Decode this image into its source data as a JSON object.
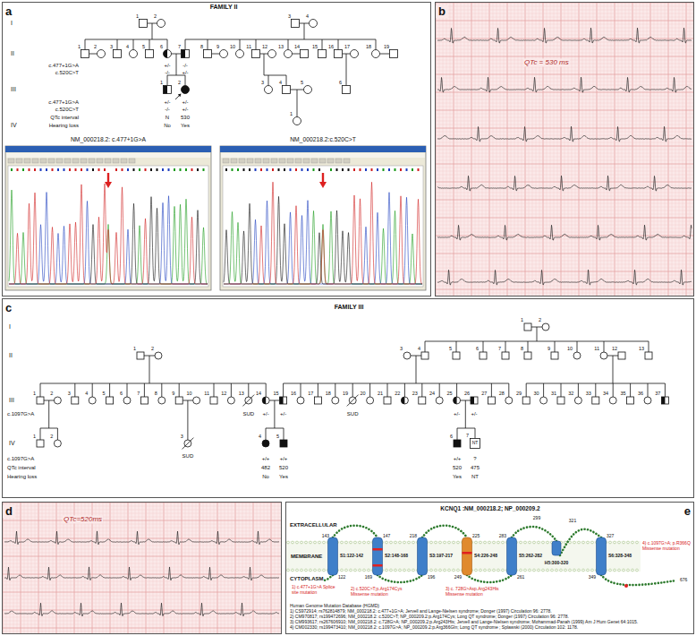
{
  "diagram": {
    "nodes": [
      {
        "text": [
          "a"
        ]
      },
      {
        "text": [
          "NM_000218.2: c.477+1G>A"
        ],
        "in": 0
      },
      {
        "text": [
          "NM_000218.2:c.520C>T"
        ],
        "in": 0
      },
      {
        "text": [
          "b"
        ]
      },
      {
        "text": [
          "c"
        ]
      },
      {
        "text": [
          "d"
        ]
      },
      {
        "text": [
          "e"
        ]
      }
    ],
    "labels": [
      "FAMILY II",
      "I",
      "II",
      "III",
      "IV",
      "c.477+1G>A",
      "c.520C>T",
      "c.477+1G>A",
      "c.520C>T",
      "QTc interval",
      "Hearing loss",
      "1",
      "2",
      "3",
      "4",
      "1",
      "2",
      "3",
      "4",
      "5",
      "6",
      "7",
      "8",
      "9",
      "10",
      "11",
      "12",
      "13",
      "14",
      "15",
      "16",
      "17",
      "18",
      "19",
      "+/-",
      "-/-",
      "-/-",
      "+/-",
      "1",
      "2",
      "3",
      "4",
      "5",
      "6",
      "+/-",
      "-/-",
      "N",
      "No",
      "+/-",
      "+/-",
      "530",
      "Yes",
      "1",
      "QTc = 530 ms",
      "FAMILY III",
      "I",
      "II",
      "III",
      "IV",
      "c.1097G>A",
      "c.1097G>A",
      "QTc interval",
      "Hearing loss",
      "1",
      "2",
      "1",
      "2",
      "3",
      "4",
      "5",
      "6",
      "7",
      "8",
      "9",
      "10",
      "11",
      "12",
      "13",
      "1",
      "2",
      "3",
      "4",
      "5",
      "6",
      "7",
      "8",
      "9",
      "10",
      "11",
      "12",
      "13",
      "14",
      "15",
      "16",
      "17",
      "18",
      "19",
      "20",
      "21",
      "22",
      "23",
      "24",
      "25",
      "26",
      "27",
      "28",
      "29",
      "30",
      "31",
      "32",
      "33",
      "34",
      "35",
      "36",
      "37",
      "+/-",
      "+/-",
      "+/-",
      "+/-",
      "1",
      "2",
      "3",
      "4",
      "5",
      "6",
      "7",
      "NT",
      "SUD",
      "SUD",
      "SUD",
      "+/+",
      "482",
      "No",
      "+/+",
      "520",
      "Yes",
      "+/+",
      "520",
      "Yes",
      "?",
      "475",
      "NT",
      "QTc=520ms",
      "KCNQ1 :NM_000218.2; NP_000209.2",
      "EXTRACELLULAR",
      "MEMBRANE",
      "CYTOPLASM",
      "143",
      "147",
      "218",
      "225",
      "299",
      "321",
      "327",
      "122",
      "169",
      "196",
      "249",
      "261",
      "283",
      "349",
      "676",
      "S1:122-142",
      "S2:148-168",
      "S3:197-217",
      "S4:226-248",
      "H5:300-320",
      "S5:262-282",
      "S6:328-348",
      "1) c.477+1G>A Splice site mutation",
      "2) c.520C>T;p.Arg174Cys Missense mutation",
      "3) c. 728G>Asp.Arg243His Missense mutation",
      "4) c.1097G>A; p.R366Q Missense mutation",
      "Human Genome Mutation Database (HGMD)",
      "1) CS972914; rs762814879; NM_000218.2: c.477+1G>A; Jervell and Lange-Nielsen syndrome; Donger (1997) Circulation 96: 2778.",
      "2) CM970817; rs199472696; NM_000218.2: c.520C>T; NP_000209.2:p.Arg174Cys; Long QT syndrome; Donger (1997) Circulation 96: 2778.",
      "3) CM993617; rs267606910; NM_000218.2: c.728G>A; NP_000209.2:p.Arg243His; Jervell and Lange-Nielsen syndrome; Mohammad-Panah (1999) Am J Hum Genet 64:1015.",
      "4) CM002330; rs199473410; NM_000218.2: c.1097G>A; NP_000209.2:p.Arg366Gln; Long QT syndrome ; Splawski (2000) Circulation 102: 1178."
    ]
  }
}
